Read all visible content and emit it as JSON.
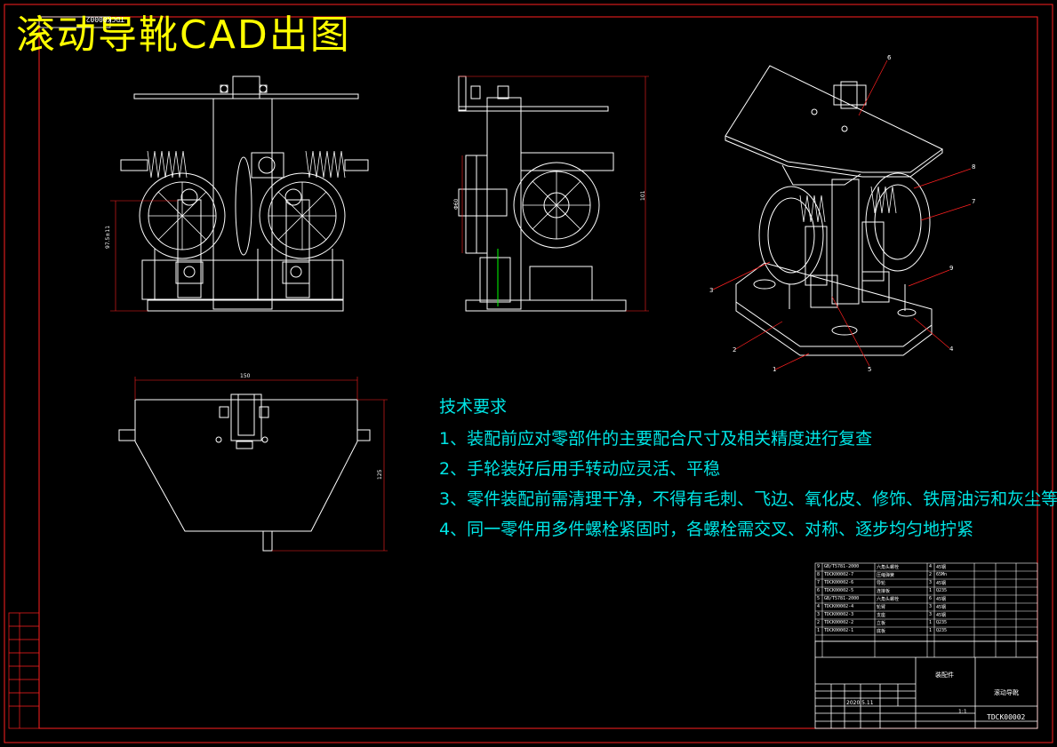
{
  "drawing": {
    "title": "滚动导靴CAD出图",
    "stamp_code": "TDCK00002"
  },
  "tech_requirements": {
    "heading": "技术要求",
    "items": [
      "1、装配前应对零部件的主要配合尺寸及相关精度进行复查",
      "2、手轮装好后用手转动应灵活、平稳",
      "3、零件装配前需清理干净，不得有毛刺、飞边、氧化皮、修饰、铁屑油污和灰尘等",
      "4、同一零件用多件螺栓紧固时，各螺栓需交叉、对称、逐步均匀地拧紧"
    ]
  },
  "balloons": [
    "6",
    "8",
    "7",
    "3",
    "9",
    "2",
    "4",
    "1",
    "5"
  ],
  "dimensions": {
    "front_height": "97.5±11",
    "side_wheel": "Φ60",
    "side_height": "101",
    "plan_width": "150",
    "plan_depth": "125"
  },
  "bom": [
    {
      "no": "9",
      "code": "GB/T5781-2000",
      "name": "六角头螺栓",
      "qty": "4",
      "mat": "45钢"
    },
    {
      "no": "8",
      "code": "TDCK00002-7",
      "name": "压缩弹簧",
      "qty": "2",
      "mat": "65Mn"
    },
    {
      "no": "7",
      "code": "TDCK00002-6",
      "name": "导轮",
      "qty": "3",
      "mat": "45钢"
    },
    {
      "no": "6",
      "code": "TDCK00002-5",
      "name": "连接板",
      "qty": "1",
      "mat": "Q235"
    },
    {
      "no": "5",
      "code": "GB/T5781-2000",
      "name": "六角头螺栓",
      "qty": "6",
      "mat": "45钢"
    },
    {
      "no": "4",
      "code": "TDCK00002-4",
      "name": "轮臂",
      "qty": "3",
      "mat": "45钢"
    },
    {
      "no": "3",
      "code": "TDCK00002-3",
      "name": "支座",
      "qty": "3",
      "mat": "45钢"
    },
    {
      "no": "2",
      "code": "TDCK00002-2",
      "name": "立板",
      "qty": "1",
      "mat": "Q235"
    },
    {
      "no": "1",
      "code": "TDCK00002-1",
      "name": "底板",
      "qty": "1",
      "mat": "Q235"
    }
  ],
  "title_block": {
    "part_name": "装配件",
    "drawing_name": "滚动导靴",
    "drawing_code": "TDCK00002",
    "scale": "1:1",
    "date": "2020.5.11"
  },
  "colors": {
    "border": "#ff2020",
    "lines": "#ffffff",
    "title": "#ffff00",
    "requirements": "#00e5e5"
  }
}
